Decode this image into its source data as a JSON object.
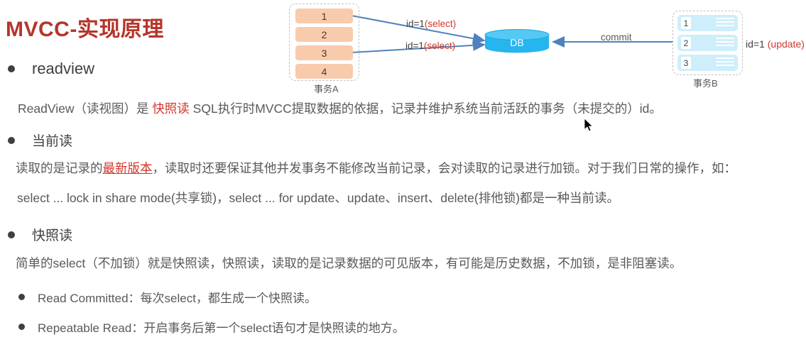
{
  "title": "MVCC-实现原理",
  "diagram": {
    "transaction_a": {
      "caption": "事务A",
      "items": [
        "1",
        "2",
        "3",
        "4"
      ]
    },
    "transaction_b": {
      "caption": "事务B",
      "items": [
        "1",
        "2",
        "3"
      ],
      "annotation": {
        "plain": "id=1 ",
        "red": "(update)"
      }
    },
    "db_label": "DB",
    "select_arrow_top": {
      "plain": "id=1",
      "red": "(select)"
    },
    "select_arrow_bottom": {
      "plain": "id=1",
      "red": "(select)"
    },
    "commit_label": "commit"
  },
  "sections": {
    "readview": {
      "heading": "readview",
      "paragraph": {
        "pre": "ReadView（读视图）是 ",
        "highlight": "快照读",
        "post": " SQL执行时MVCC提取数据的依据，记录并维护系统当前活跃的事务（未提交的）id。"
      }
    },
    "current_read": {
      "heading": "当前读",
      "paragraph1": {
        "pre": "读取的是记录的",
        "highlight": "最新版本",
        "post": "，读取时还要保证其他并发事务不能修改当前记录，会对读取的记录进行加锁。对于我们日常的操作，如："
      },
      "paragraph2": "select ... lock in share mode(共享锁)，select ... for update、update、insert、delete(排他锁)都是一种当前读。"
    },
    "snapshot_read": {
      "heading": "快照读",
      "paragraph": "简单的select（不加锁）就是快照读，快照读，读取的是记录数据的可见版本，有可能是历史数据，不加锁，是非阻塞读。",
      "bullets": [
        "Read Committed：每次select，都生成一个快照读。",
        "Repeatable Read：开启事务后第一个select语句才是快照读的地方。"
      ]
    }
  },
  "colors": {
    "title_red": "#b5352b",
    "highlight_red": "#d0382e",
    "arrow_blue": "#4f81bd",
    "db_cyan": "#27b5ee",
    "txn_a_box_orange": "#f8cbad",
    "txn_b_row_blue": "#cfeefb",
    "body_gray": "#595959"
  }
}
